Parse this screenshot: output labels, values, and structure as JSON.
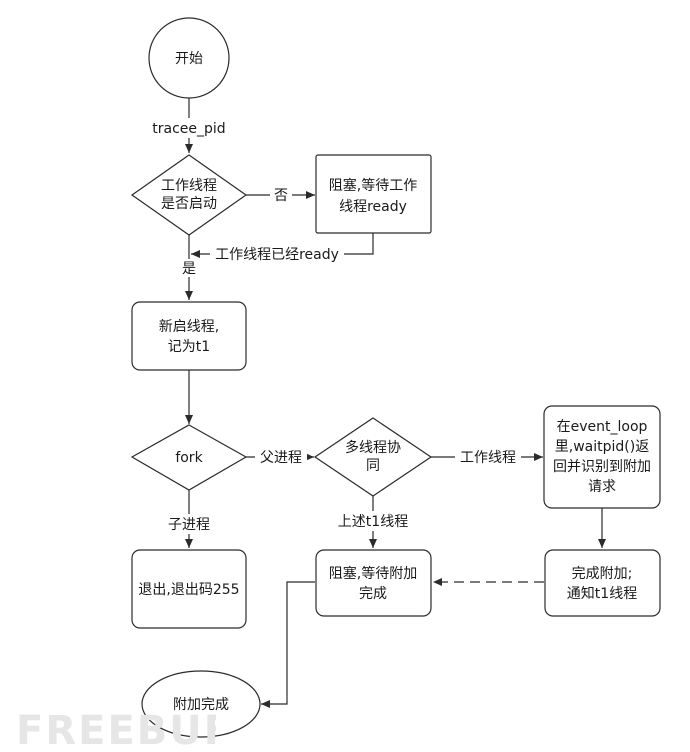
{
  "nodes": {
    "start": {
      "text": "开始"
    },
    "decision_worker": {
      "line1": "工作线程",
      "line2": "是否启动"
    },
    "block_wait_worker": {
      "line1": "阻塞,等待工作",
      "line2": "线程ready"
    },
    "new_thread": {
      "line1": "新启线程,",
      "line2": "记为t1"
    },
    "fork": {
      "text": "fork"
    },
    "multi_sync": {
      "line1": "多线程协",
      "line2": "同"
    },
    "event_loop": {
      "line1": "在event_loop",
      "line2": "里,waitpid()返",
      "line3": "回并识别到附加",
      "line4": "请求"
    },
    "exit": {
      "text": "退出,退出码255"
    },
    "block_wait_attach": {
      "line1": "阻塞,等待附加",
      "line2": "完成"
    },
    "attach_done_notify": {
      "line1": "完成附加;",
      "line2": "通知t1线程"
    },
    "end": {
      "text": "附加完成"
    }
  },
  "edge_labels": {
    "tracee_pid": "tracee_pid",
    "no": "否",
    "worker_ready": "工作线程已经ready",
    "yes": "是",
    "parent": "父进程",
    "worker_thread": "工作线程",
    "child": "子进程",
    "above_t1": "上述t1线程"
  },
  "watermark": "FREEBUF"
}
